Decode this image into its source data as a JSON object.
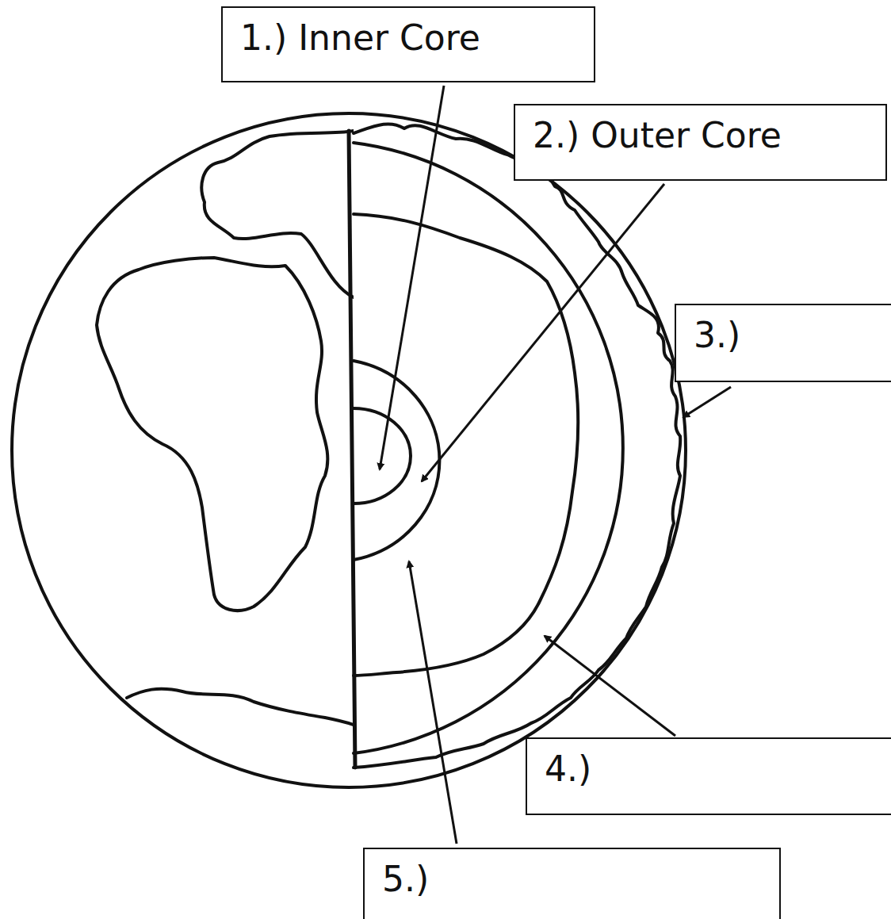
{
  "diagram": {
    "nodes": [
      {
        "text": [
          "1.) Inner Core"
        ]
      },
      {
        "text": [
          "2.) Outer Core"
        ]
      },
      {
        "text": [
          "3.)"
        ]
      },
      {
        "text": [
          "4.)"
        ]
      },
      {
        "text": [
          "5.)"
        ]
      }
    ]
  }
}
